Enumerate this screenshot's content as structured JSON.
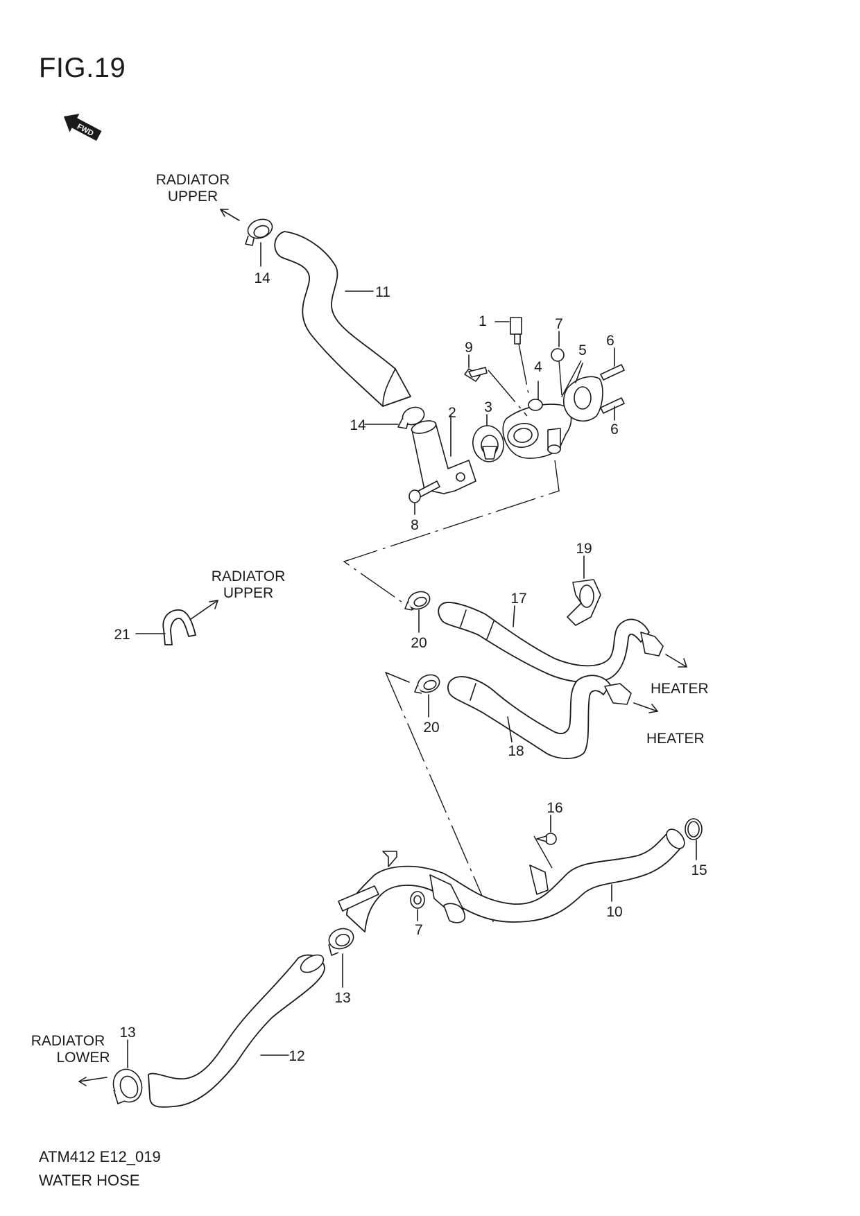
{
  "figure": {
    "title": "FIG.19",
    "code": "ATM412 E12_019",
    "name": "WATER HOSE"
  },
  "fwd_badge": {
    "label": "FWD",
    "icon": "fwd-arrow-icon"
  },
  "destinations": [
    {
      "id": "radiator-upper-top",
      "line1": "RADIATOR",
      "line2": "UPPER"
    },
    {
      "id": "radiator-upper-mid",
      "line1": "RADIATOR",
      "line2": "UPPER"
    },
    {
      "id": "heater-1",
      "line1": "HEATER"
    },
    {
      "id": "heater-2",
      "line1": "HEATER"
    },
    {
      "id": "radiator-lower",
      "line1": "RADIATOR",
      "line2": "LOWER"
    }
  ],
  "callouts": [
    "1",
    "2",
    "3",
    "4",
    "5",
    "6",
    "6",
    "7",
    "7",
    "8",
    "9",
    "10",
    "11",
    "12",
    "13",
    "13",
    "14",
    "14",
    "15",
    "16",
    "17",
    "18",
    "19",
    "20",
    "20",
    "21"
  ]
}
